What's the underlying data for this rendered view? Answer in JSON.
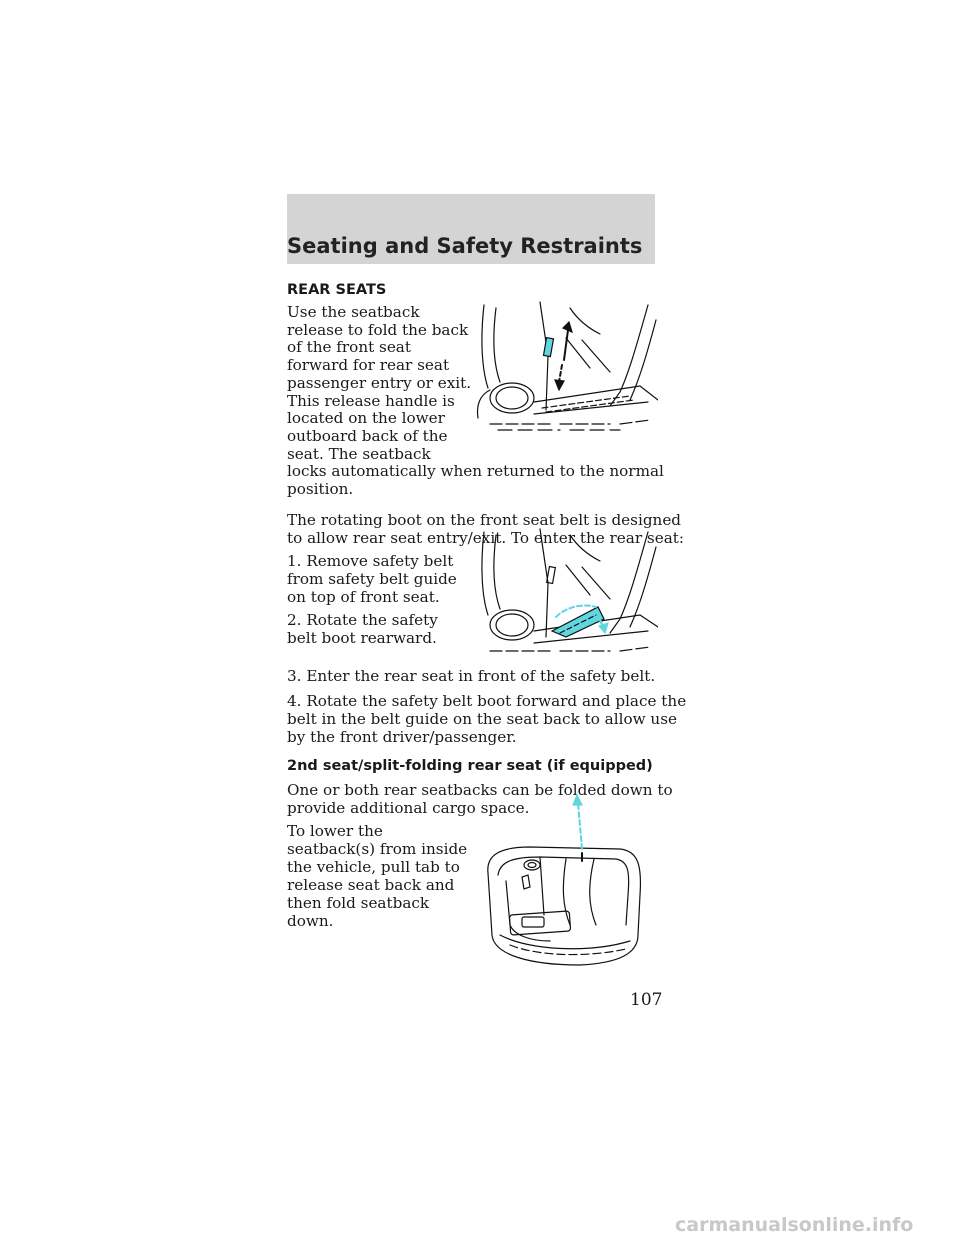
{
  "header": {
    "title": "Seating and Safety Restraints"
  },
  "section_title": "REAR SEATS",
  "para1_wrap": [
    "Use the seatback",
    "release to fold the back",
    "of the front seat",
    "forward for rear seat",
    "passenger entry or exit.",
    "This release handle is",
    "located on the lower",
    "outboard back of the",
    "seat. The seatback"
  ],
  "para1_full": [
    "locks automatically when returned to the normal",
    "position."
  ],
  "para2": [
    "The rotating boot on the front seat belt is designed",
    "to allow rear seat entry/exit. To enter the rear seat:"
  ],
  "step1": [
    "1. Remove safety belt",
    "from safety belt guide",
    "on top of front seat."
  ],
  "step2": [
    "2. Rotate the safety",
    "belt boot rearward."
  ],
  "step3": "3. Enter the rear seat in front of the safety belt.",
  "step4": [
    "4. Rotate the safety belt boot forward and place the",
    "belt in the belt guide on the seat back to allow use",
    "by the front driver/passenger."
  ],
  "subsection_title": "2nd seat/split-folding rear seat (if equipped)",
  "para3": [
    "One or both rear seatbacks can be folded down to",
    "provide additional cargo space."
  ],
  "para4": [
    "To lower the",
    "seatback(s) from inside",
    "the vehicle, pull tab to",
    "release seat back and",
    "then fold seatback",
    "down."
  ],
  "page_number": "107",
  "watermark": "carmanualsonline.info",
  "colors": {
    "header_band": "#d4d4d4",
    "highlight": "#5fd6e0",
    "line": "#111111"
  }
}
